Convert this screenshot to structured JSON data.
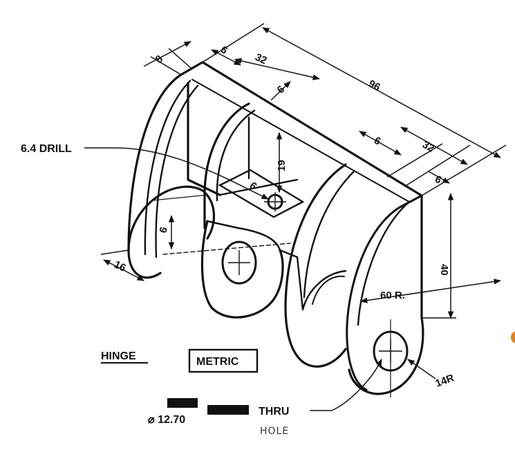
{
  "drawing": {
    "dimensions": {
      "d8": "8",
      "d6_top_left": "6",
      "d32_top_left": "32",
      "d96": "96",
      "d6_slot": "6",
      "d6_top_right": "6",
      "d32_top_right": "32",
      "d6_right_edge": "6",
      "d19": "19",
      "d6_pocket": "6",
      "d6_left_side": "6",
      "d16": "16",
      "d40": "40",
      "radius_60": "60 R.",
      "radius_14": "14R"
    },
    "notes": {
      "drill": "6.4 DRILL",
      "title": "HINGE",
      "metric": "METRIC",
      "diameter": "⌀ 12.70",
      "thru": "THRU",
      "hole": "HOLE"
    }
  }
}
